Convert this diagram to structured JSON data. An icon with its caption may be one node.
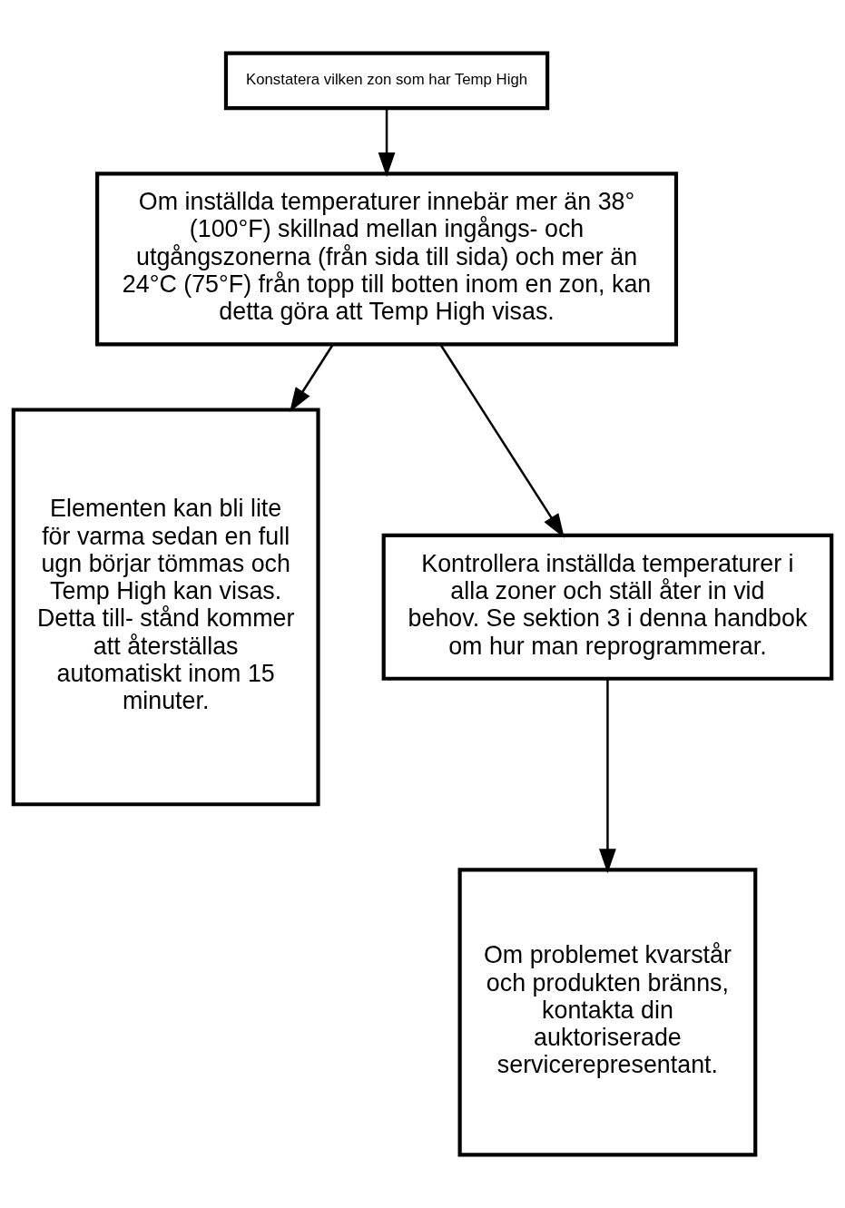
{
  "diagram": {
    "nodes": [
      {
        "text": [
          "Konstatera vilken zon som har Temp High"
        ]
      },
      {
        "text": [
          "Om inställda temperaturer innebär mer än 38° (100°F) skillnad mellan ingångs- och utgångszonerna (från sida till sida) och mer än 24°C (75°F) från topp till botten inom en zon, kan detta göra att Temp High visas."
        ]
      },
      {
        "text": [
          "Elementen kan bli lite för varma sedan en full ugn börjar tömmas och Temp High kan visas. Detta till- stånd kommer att återställas automatiskt inom 15 minuter."
        ]
      },
      {
        "text": [
          "Kontrollera inställda temperaturer i alla zoner och ställ åter in vid behov. Se sektion 3 i denna handbok om hur man reprogrammerar."
        ]
      },
      {
        "text": [
          "Om problemet kvarstår och produkten bränns, kontakta din auktoriserade servicerepresentant."
        ]
      }
    ],
    "edges": [
      {
        "from": 0,
        "to": 1,
        "arrow": "to"
      },
      {
        "from": 1,
        "to": 2,
        "arrow": "to"
      },
      {
        "from": 1,
        "to": 3,
        "arrow": "to"
      },
      {
        "from": 3,
        "to": 4,
        "arrow": "to"
      }
    ]
  }
}
